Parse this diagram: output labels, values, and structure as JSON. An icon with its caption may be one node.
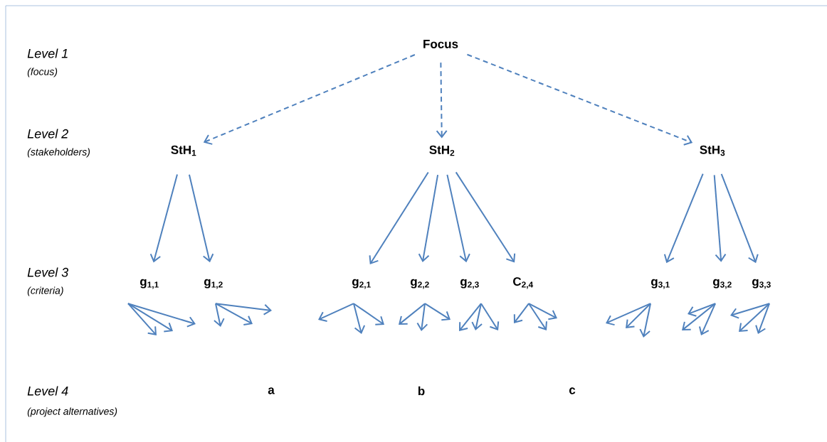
{
  "diagram": {
    "nodes": [
      {
        "text": [
          "Focus"
        ]
      },
      {
        "text": [
          "StH$_{1}$"
        ]
      },
      {
        "text": [
          "StH$_{2}$"
        ]
      },
      {
        "text": [
          "StH$_{3}$"
        ]
      },
      {
        "text": [
          "g$_{1,1}$"
        ]
      },
      {
        "text": [
          "g$_{1,2}$"
        ]
      },
      {
        "text": [
          "g$_{2,1}$"
        ]
      },
      {
        "text": [
          "g$_{2,2}$"
        ]
      },
      {
        "text": [
          "g$_{2,3}$"
        ]
      },
      {
        "text": [
          "C$_{2,4}$"
        ]
      },
      {
        "text": [
          "g$_{3,1}$"
        ]
      },
      {
        "text": [
          "g$_{3,2}$"
        ]
      },
      {
        "text": [
          "g$_{3,3}$"
        ]
      },
      {
        "text": [
          "a"
        ]
      },
      {
        "text": [
          "b"
        ]
      },
      {
        "text": [
          "c"
        ]
      }
    ],
    "edges": [
      {
        "from": 0,
        "to": 1,
        "arrow": "to",
        "style": "dashed"
      },
      {
        "from": 0,
        "to": 2,
        "arrow": "to",
        "style": "dashed"
      },
      {
        "from": 0,
        "to": 3,
        "arrow": "to",
        "style": "dashed"
      },
      {
        "from": 1,
        "to": 4,
        "arrow": "to"
      },
      {
        "from": 1,
        "to": 5,
        "arrow": "to"
      },
      {
        "from": 2,
        "to": 6,
        "arrow": "to"
      },
      {
        "from": 2,
        "to": 7,
        "arrow": "to"
      },
      {
        "from": 2,
        "to": 8,
        "arrow": "to"
      },
      {
        "from": 2,
        "to": 9,
        "arrow": "to"
      },
      {
        "from": 3,
        "to": 10,
        "arrow": "to"
      },
      {
        "from": 3,
        "to": 11,
        "arrow": "to"
      },
      {
        "from": 3,
        "to": 12,
        "arrow": "to"
      },
      {
        "from": 4,
        "to": null,
        "arrow": "to"
      },
      {
        "from": 4,
        "to": null,
        "arrow": "to"
      },
      {
        "from": 4,
        "to": null,
        "arrow": "to"
      },
      {
        "from": 5,
        "to": null,
        "arrow": "to"
      },
      {
        "from": 5,
        "to": null,
        "arrow": "to"
      },
      {
        "from": 5,
        "to": null,
        "arrow": "to"
      },
      {
        "from": 6,
        "to": null,
        "arrow": "to"
      },
      {
        "from": 6,
        "to": null,
        "arrow": "to"
      },
      {
        "from": 6,
        "to": null,
        "arrow": "to"
      },
      {
        "from": 7,
        "to": null,
        "arrow": "to"
      },
      {
        "from": 7,
        "to": null,
        "arrow": "to"
      },
      {
        "from": 7,
        "to": null,
        "arrow": "to"
      },
      {
        "from": 8,
        "to": null,
        "arrow": "to"
      },
      {
        "from": 8,
        "to": null,
        "arrow": "to"
      },
      {
        "from": 8,
        "to": null,
        "arrow": "to"
      },
      {
        "from": 9,
        "to": null,
        "arrow": "to"
      },
      {
        "from": 9,
        "to": null,
        "arrow": "to"
      },
      {
        "from": 9,
        "to": null,
        "arrow": "to"
      },
      {
        "from": 10,
        "to": null,
        "arrow": "to"
      },
      {
        "from": 10,
        "to": null,
        "arrow": "to"
      },
      {
        "from": 10,
        "to": null,
        "arrow": "to"
      },
      {
        "from": 11,
        "to": null,
        "arrow": "to"
      },
      {
        "from": 11,
        "to": null,
        "arrow": "to"
      },
      {
        "from": 11,
        "to": null,
        "arrow": "to"
      },
      {
        "from": 12,
        "to": null,
        "arrow": "to"
      },
      {
        "from": 12,
        "to": null,
        "arrow": "to"
      },
      {
        "from": 12,
        "to": null,
        "arrow": "to"
      }
    ],
    "labels": [
      "Level 1",
      "(focus)",
      "Level 2",
      "(stakeholders)",
      "Level 3",
      "(criteria)",
      "Level 4",
      "(project alternatives)"
    ]
  }
}
